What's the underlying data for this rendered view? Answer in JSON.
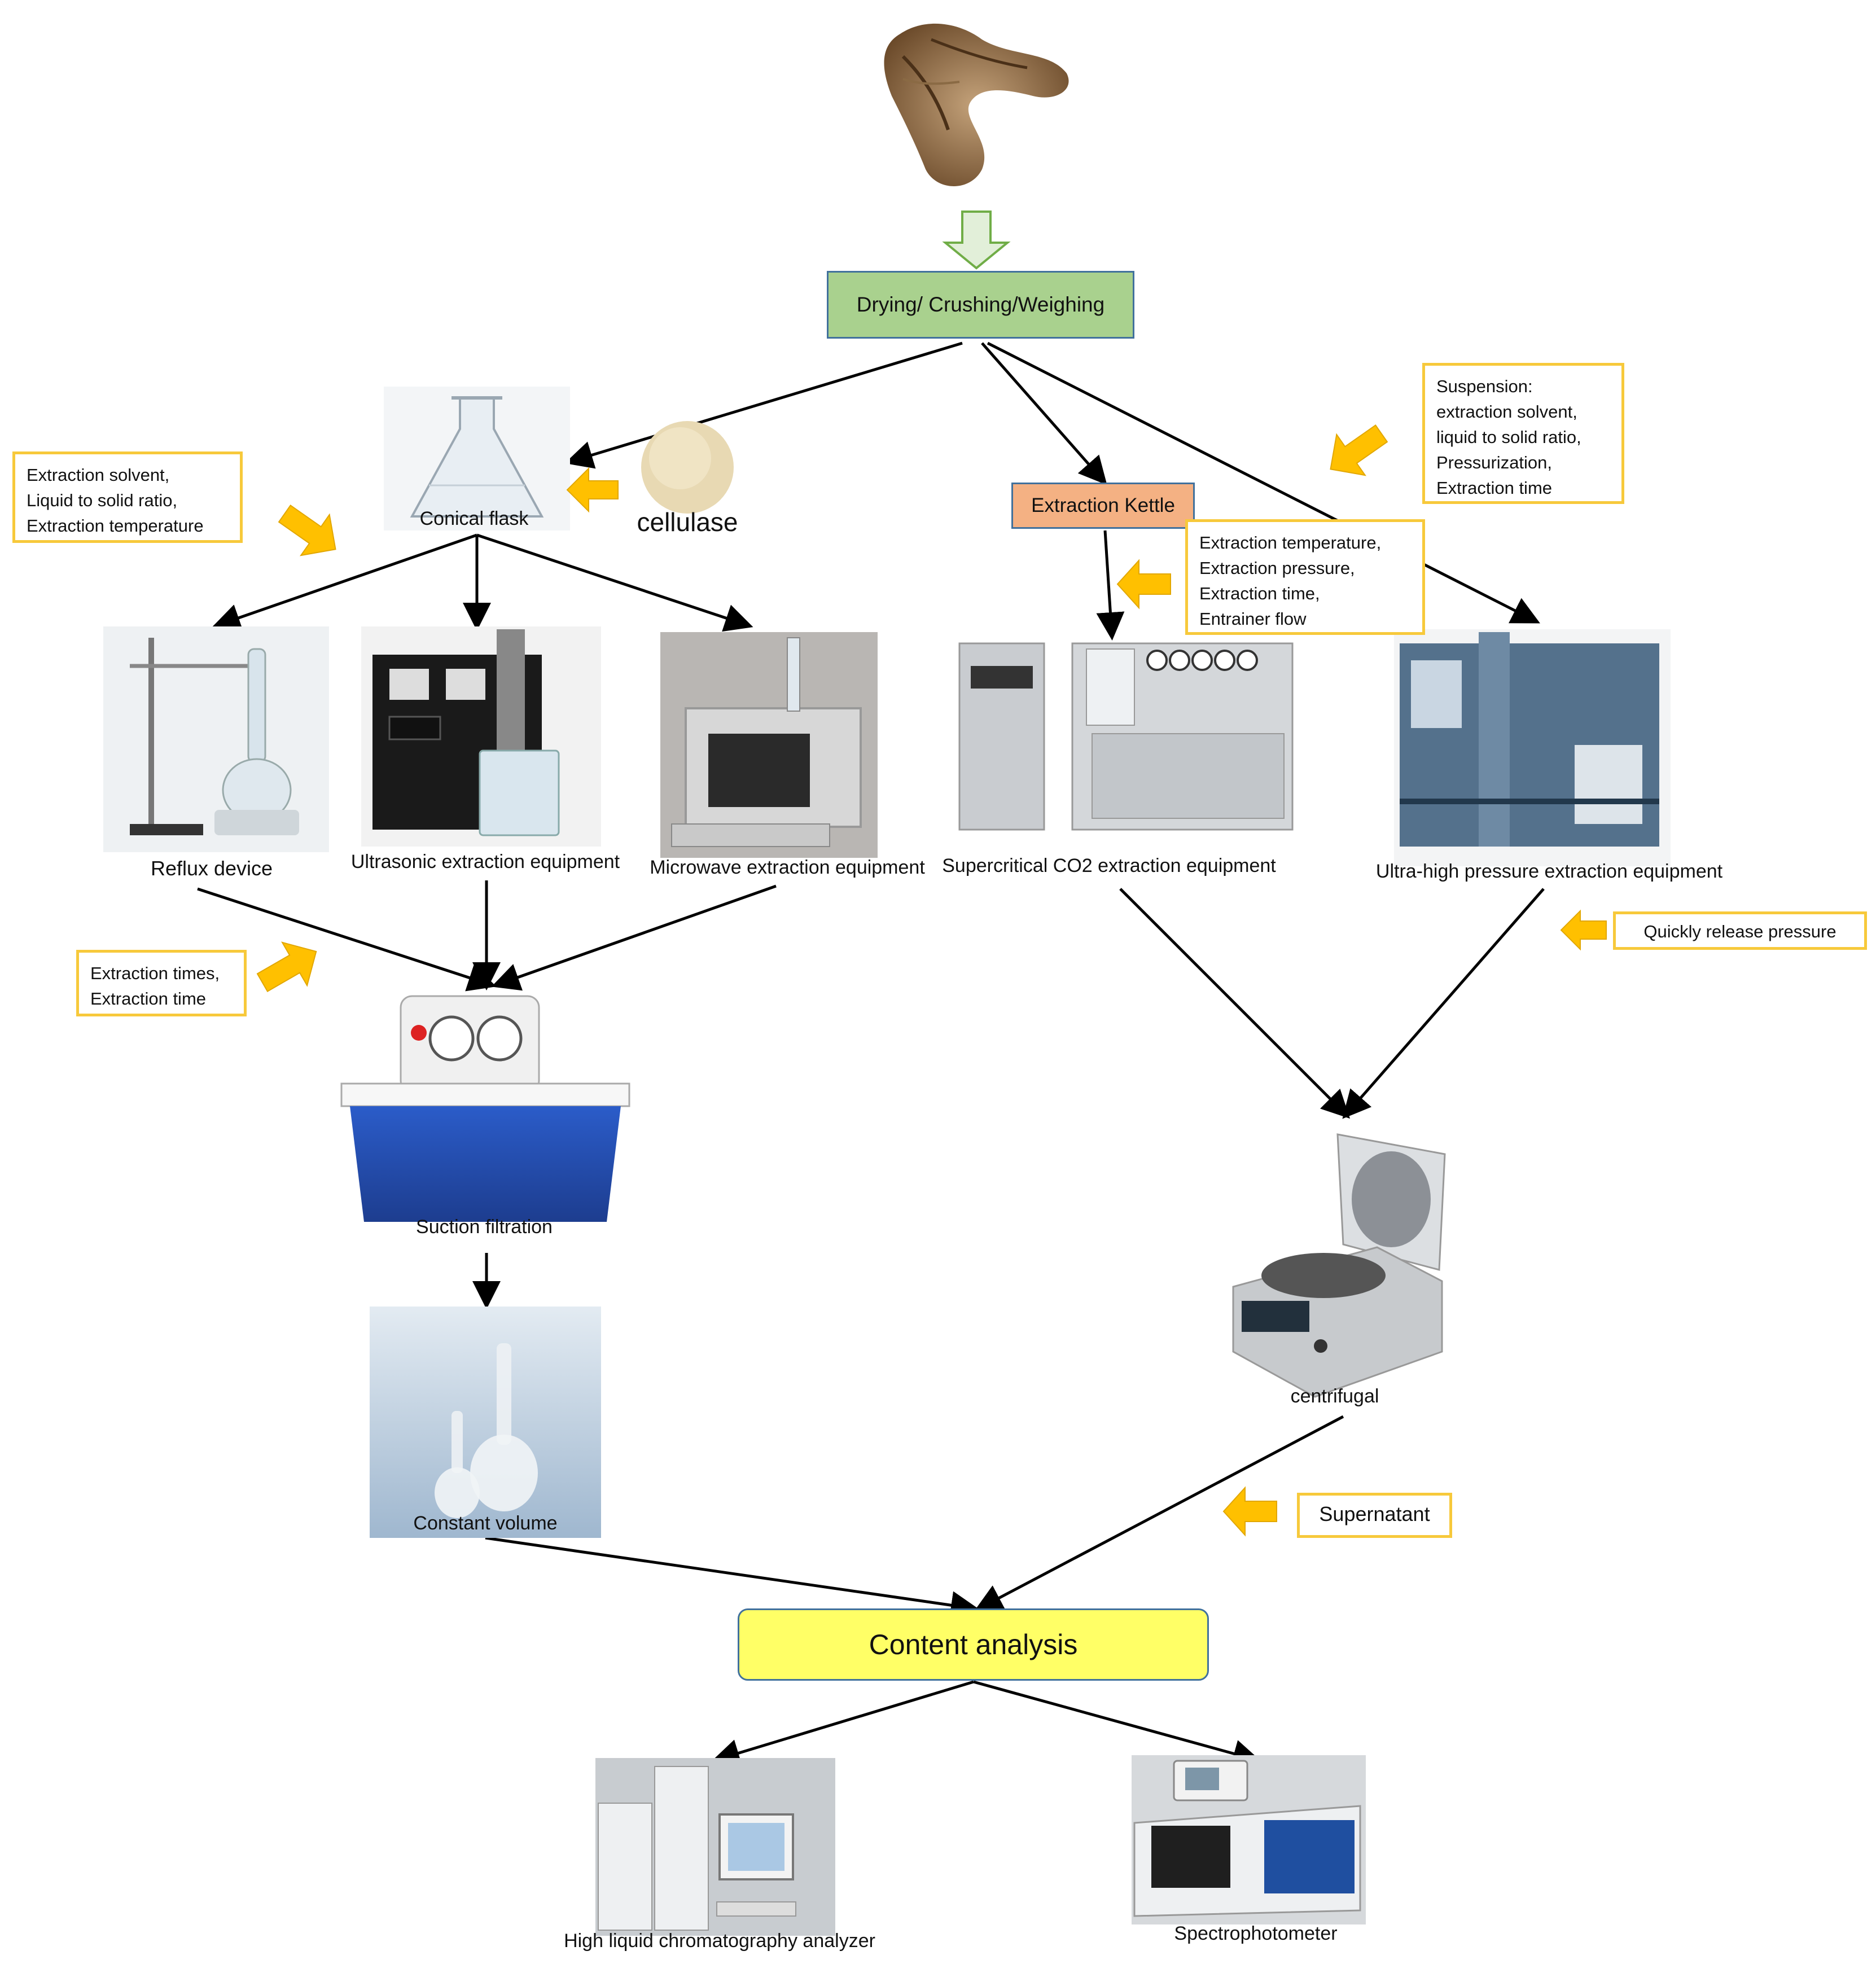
{
  "colors": {
    "process_box_fill": "#a9d18e",
    "process_box_border": "#41719c",
    "kettle_box_fill": "#f4b183",
    "analysis_box_fill": "#ffff66",
    "note_border": "#f7c93b",
    "hint_arrow": "#ffc000",
    "line": "#000000"
  },
  "process": {
    "drying": "Drying/ Crushing/Weighing",
    "kettle": "Extraction Kettle",
    "analysis": "Content analysis"
  },
  "equipment": {
    "conical_flask": "Conical flask",
    "cellulase": "cellulase",
    "reflux": "Reflux  device",
    "ultrasonic": "Ultrasonic extraction equipment",
    "microwave": "Microwave extraction equipment",
    "supercritical": "Supercritical CO2 extraction equipment",
    "ultra_high": "Ultra-high pressure extraction equipment",
    "suction": "Suction filtration",
    "constant": "Constant volume",
    "centrifugal": "centrifugal",
    "hplc": "High liquid chromatography analyzer",
    "spectro": "Spectrophotometer"
  },
  "notes": {
    "flask_params": "Extraction solvent,\nLiquid to solid ratio,\nExtraction temperature",
    "suspension": "Suspension:\nextraction solvent,\nliquid to solid ratio,\nPressurization,\nExtraction time",
    "kettle_params": "Extraction temperature,\nExtraction pressure,\nExtraction time,\nEntrainer flow",
    "times": "Extraction times,\nExtraction time",
    "release": "Quickly release pressure",
    "supernatant": "Supernatant"
  },
  "icons": {
    "down_arrow": "hollow-down-arrow-icon",
    "hint_arrow": "yellow-block-arrow-icon"
  }
}
